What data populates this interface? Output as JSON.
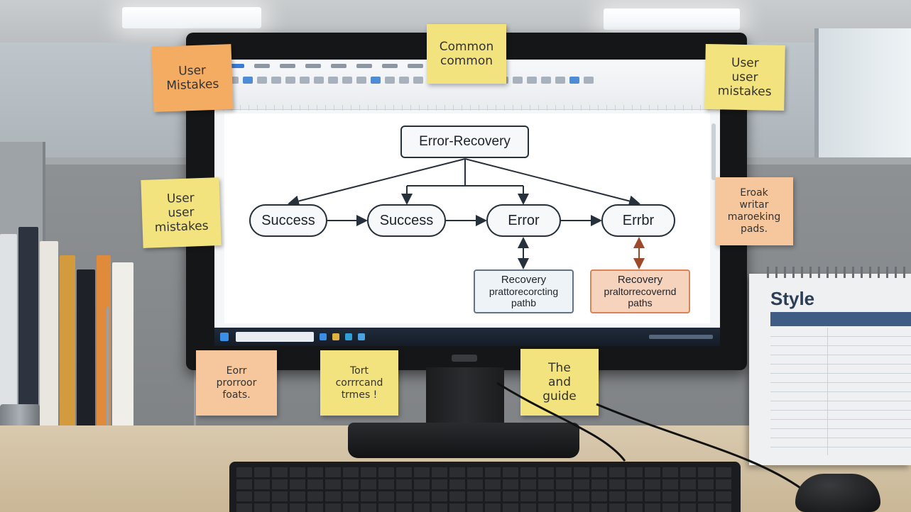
{
  "diagram": {
    "top": "Error-Recovery",
    "nodes": [
      "Success",
      "Success",
      "Error",
      "Errbr"
    ],
    "recovery_boxes": [
      {
        "line1": "Recovery",
        "line2": "prattorecorcting",
        "line3": "pathb"
      },
      {
        "line1": "Recovery",
        "line2": "praltorrecovernd",
        "line3": "paths"
      }
    ]
  },
  "sticky_notes": {
    "top_left": "User\nMistakes",
    "top_center": "Common\ncommon",
    "top_right": "User\nuser\nmistakes",
    "mid_left": "User\nuser\nmistakes",
    "mid_right": "Eroak\nwritar\nmaroeking\npads.",
    "bottom_left": "Eorr\nprorroor\nfoats.",
    "bottom_center": "Tort\ncorrrcand\ntrmes !",
    "bottom_right": "The\nand\nguide"
  },
  "calendar": {
    "title": "Style"
  },
  "colors": {
    "sticky_yellow": "#f3e37e",
    "sticky_orange": "#f4ac63",
    "sticky_peach": "#f6c79c",
    "diagram_stroke": "#27313c",
    "recovery_orange_fill": "#f6d3bd",
    "calendar_header": "#3f5d84"
  }
}
